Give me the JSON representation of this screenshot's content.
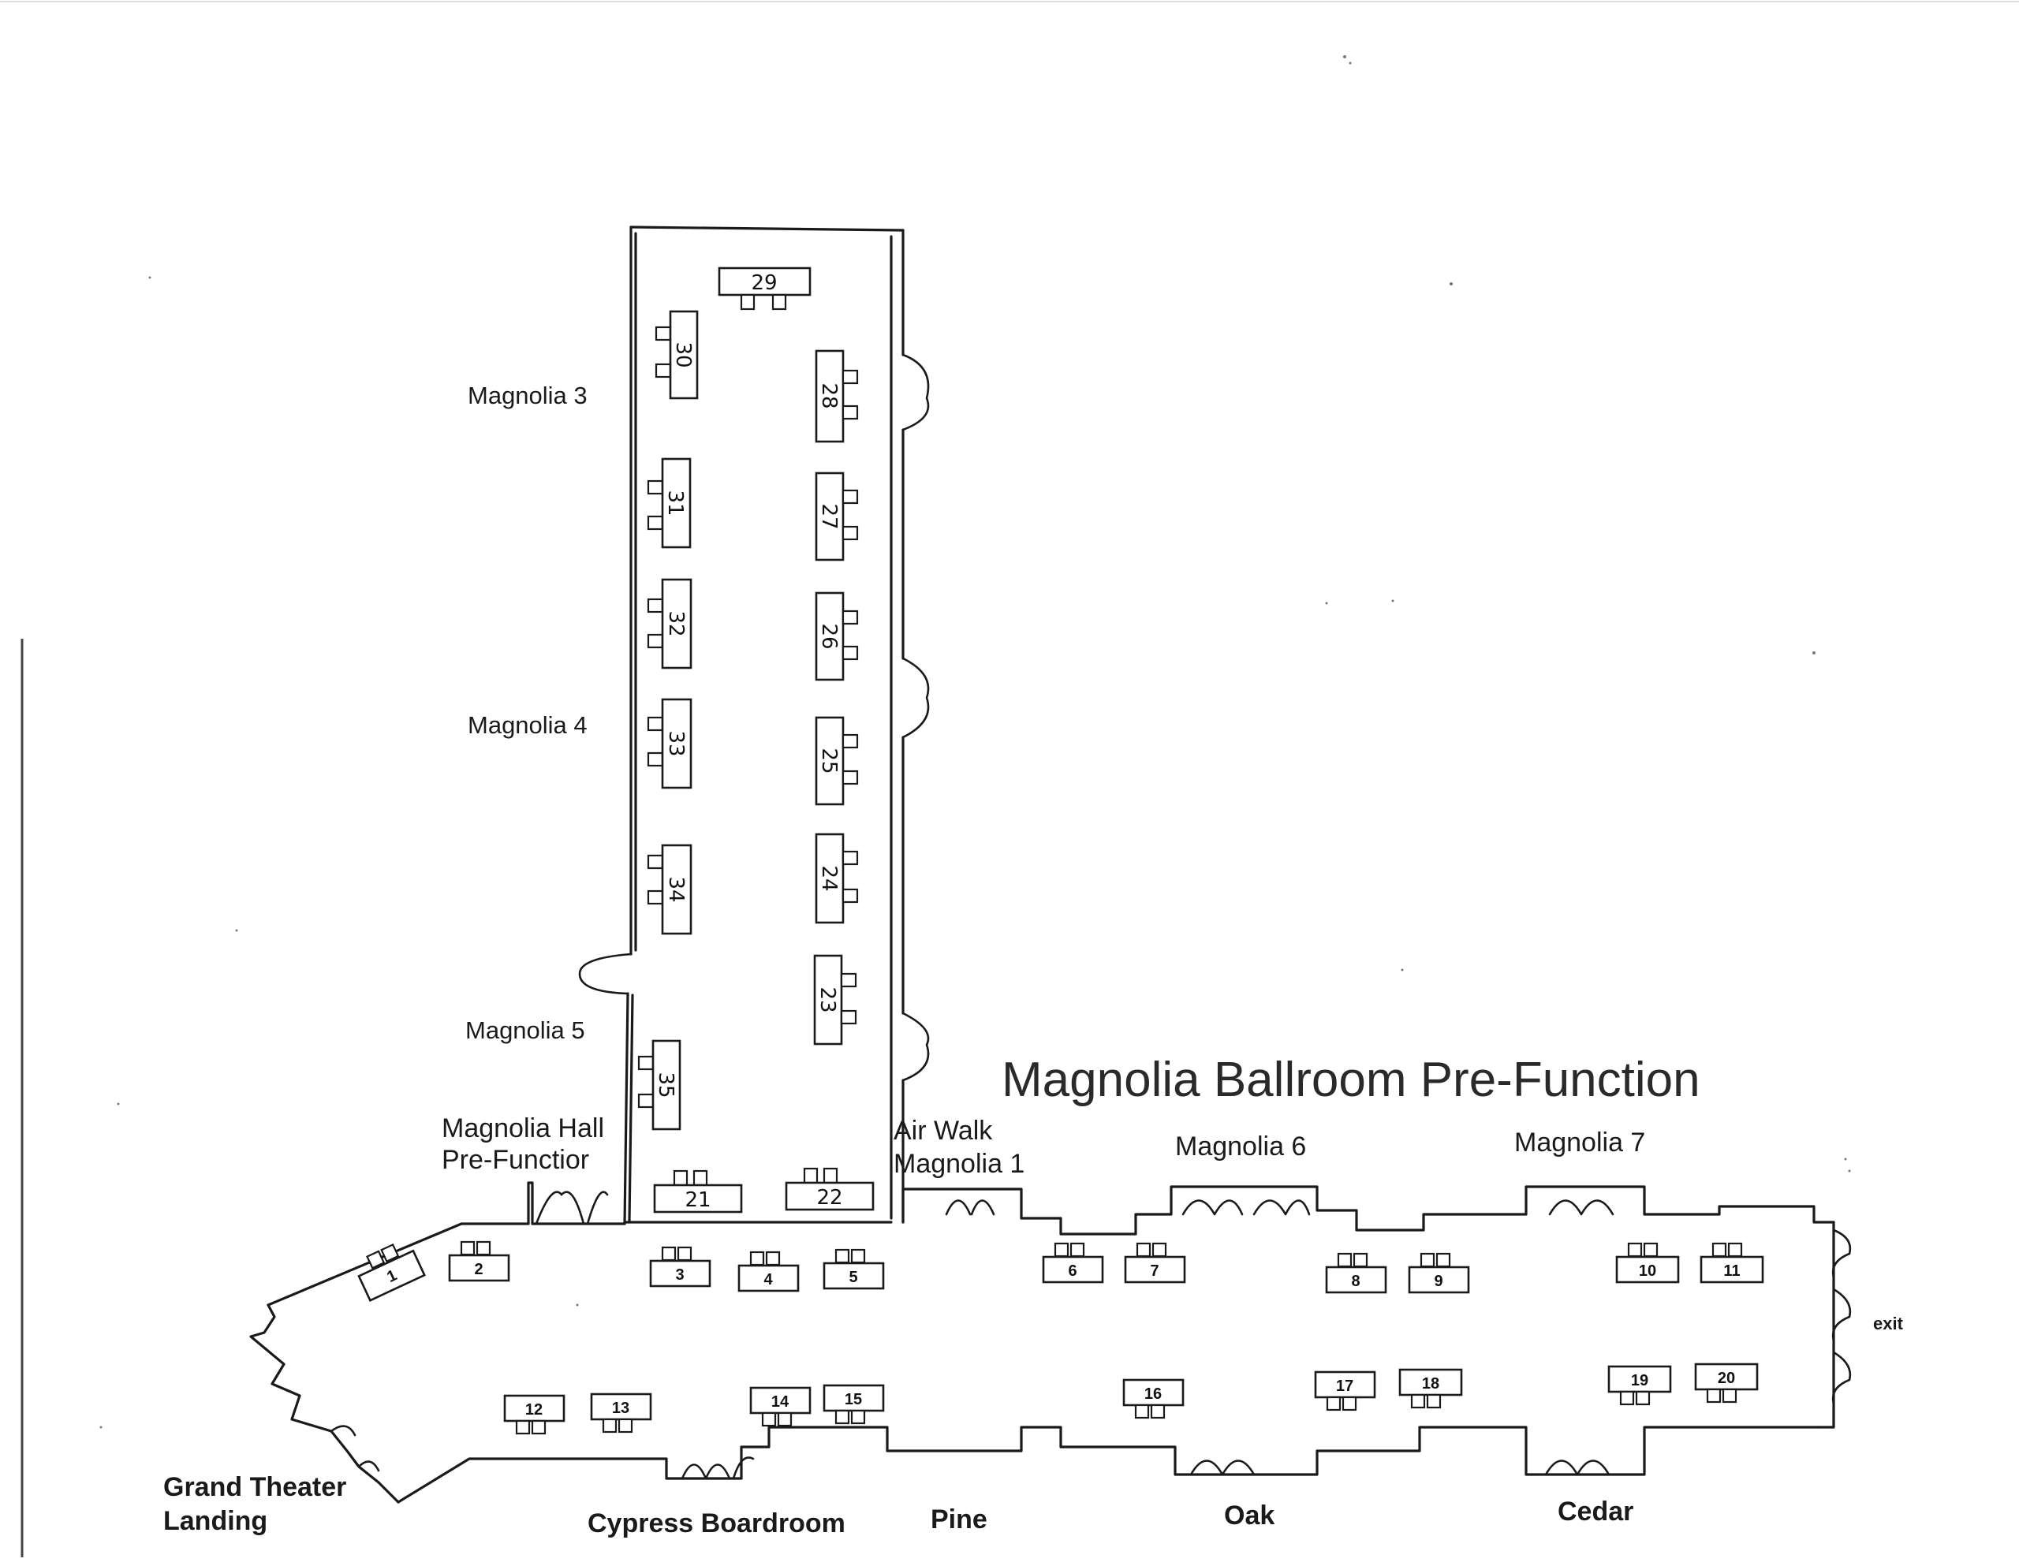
{
  "title": "Magnolia Ballroom Pre-Function",
  "labels": {
    "magnolia_3": "Magnolia 3",
    "magnolia_4": "Magnolia 4",
    "magnolia_5": "Magnolia 5",
    "magnolia_hall_line1": "Magnolia Hall",
    "magnolia_hall_line2": "Pre-Functior",
    "air_walk": "Air Walk",
    "magnolia_1": "Magnolia 1",
    "magnolia_6": "Magnolia 6",
    "magnolia_7": "Magnolia 7",
    "exit": "exit",
    "grand_theater_line1": "Grand Theater",
    "grand_theater_line2": "Landing",
    "cypress": "Cypress Boardroom",
    "pine": "Pine",
    "oak": "Oak",
    "cedar": "Cedar"
  },
  "tables": [
    "1",
    "2",
    "3",
    "4",
    "5",
    "6",
    "7",
    "8",
    "9",
    "10",
    "11",
    "12",
    "13",
    "14",
    "15",
    "16",
    "17",
    "18",
    "19",
    "20",
    "21",
    "22",
    "23",
    "24",
    "25",
    "26",
    "27",
    "28",
    "29",
    "30",
    "31",
    "32",
    "33",
    "34",
    "35"
  ]
}
